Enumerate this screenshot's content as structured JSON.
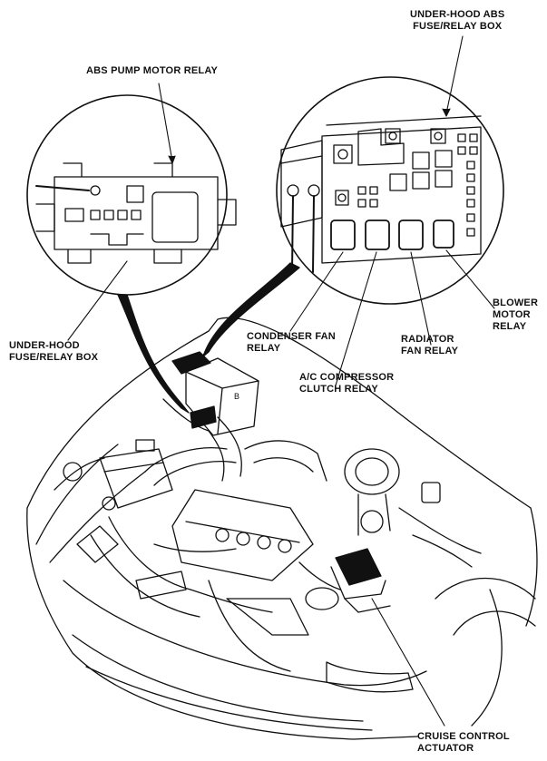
{
  "labels": {
    "under_hood_abs_box": [
      "UNDER-HOOD ABS",
      "FUSE/RELAY BOX"
    ],
    "abs_pump_motor_relay": [
      "ABS PUMP MOTOR RELAY"
    ],
    "under_hood_fuse_box": [
      "UNDER-HOOD",
      "FUSE/RELAY BOX"
    ],
    "condenser_fan_relay": [
      "CONDENSER FAN",
      "RELAY"
    ],
    "radiator_fan_relay": [
      "RADIATOR",
      "FAN RELAY"
    ],
    "blower_motor_relay": [
      "BLOWER",
      "MOTOR",
      "RELAY"
    ],
    "ac_compressor_clutch_relay": [
      "A/C COMPRESSOR",
      "CLUTCH RELAY"
    ],
    "cruise_control_actuator": [
      "CRUISE CONTROL",
      "ACTUATOR"
    ]
  },
  "colors": {
    "ink": "#111111",
    "paper": "#ffffff"
  }
}
